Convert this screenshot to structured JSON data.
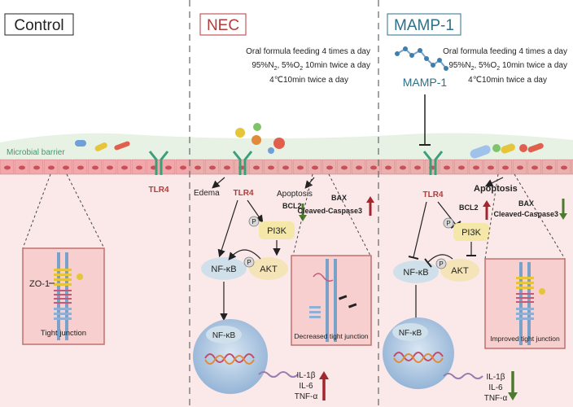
{
  "panels": {
    "control": {
      "title": "Control"
    },
    "nec": {
      "title": "NEC"
    },
    "mamp": {
      "title": "MAMP-1"
    }
  },
  "conditions": {
    "line1": "Oral formula feeding 4 times a day",
    "line2_pre": "95%N",
    "line2_mid": ", 5%O",
    "line2_post": " 10min twice a day",
    "sub2": "2",
    "line3": "4℃10min twice a day"
  },
  "labels": {
    "microbial_barrier": "Microbial barrier",
    "tlr4": "TLR4",
    "zo1": "ZO-1",
    "tight_junction": "Tight junction",
    "edema": "Edema",
    "apoptosis": "Apoptosis",
    "bcl2": "BCL2",
    "bax": "BAX",
    "cleaved_caspase3": "Cleaved-Caspase3",
    "pi3k": "PI3K",
    "akt": "AKT",
    "nfkb": "NF-κB",
    "p": "P",
    "decreased_tj": "Decreased tight junction",
    "improved_tj": "Improved tight junction",
    "il1b": "IL-1β",
    "il6": "IL-6",
    "tnfa": "TNF-α",
    "mamp_molecule": "MAMP-1"
  },
  "colors": {
    "up_arrow": "#a3262e",
    "down_arrow": "#4c7a2e",
    "nec_title": "#b53a3a",
    "mamp_title": "#2e6f8a",
    "tlr4_label": "#b53a3a"
  }
}
